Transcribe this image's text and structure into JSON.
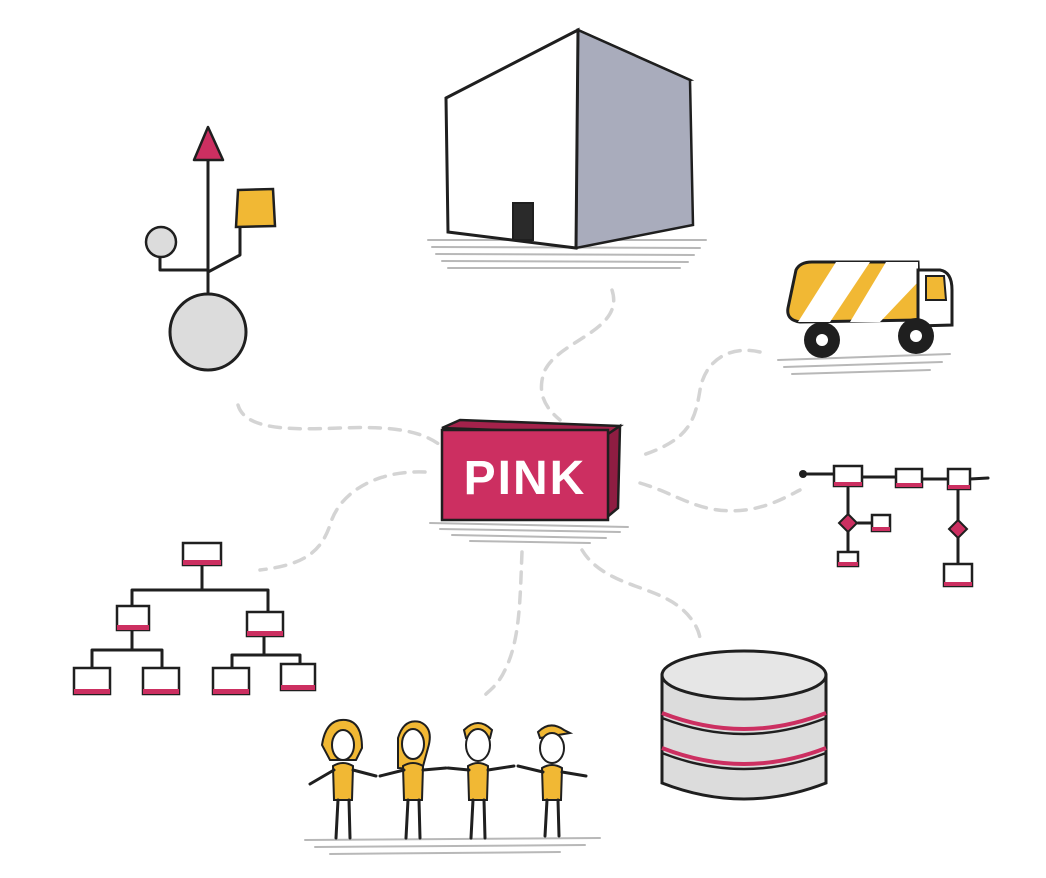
{
  "center": {
    "label": "PINK"
  },
  "colors": {
    "accent_pink": "#cc2f61",
    "accent_pink_dark": "#a4224b",
    "accent_yellow": "#f1b834",
    "shape_gray": "#dcdcdc",
    "building_shade": "#a9acbc",
    "connector_gray": "#d4d4d4",
    "ink": "#1f1f1f"
  },
  "nodes": [
    {
      "id": "component-tree",
      "icon": "component-tree-icon"
    },
    {
      "id": "building",
      "icon": "building-icon"
    },
    {
      "id": "truck",
      "icon": "truck-icon"
    },
    {
      "id": "process-flow",
      "icon": "process-flow-icon"
    },
    {
      "id": "database",
      "icon": "database-icon"
    },
    {
      "id": "team",
      "icon": "team-people-icon"
    },
    {
      "id": "org-chart",
      "icon": "org-chart-icon"
    }
  ]
}
